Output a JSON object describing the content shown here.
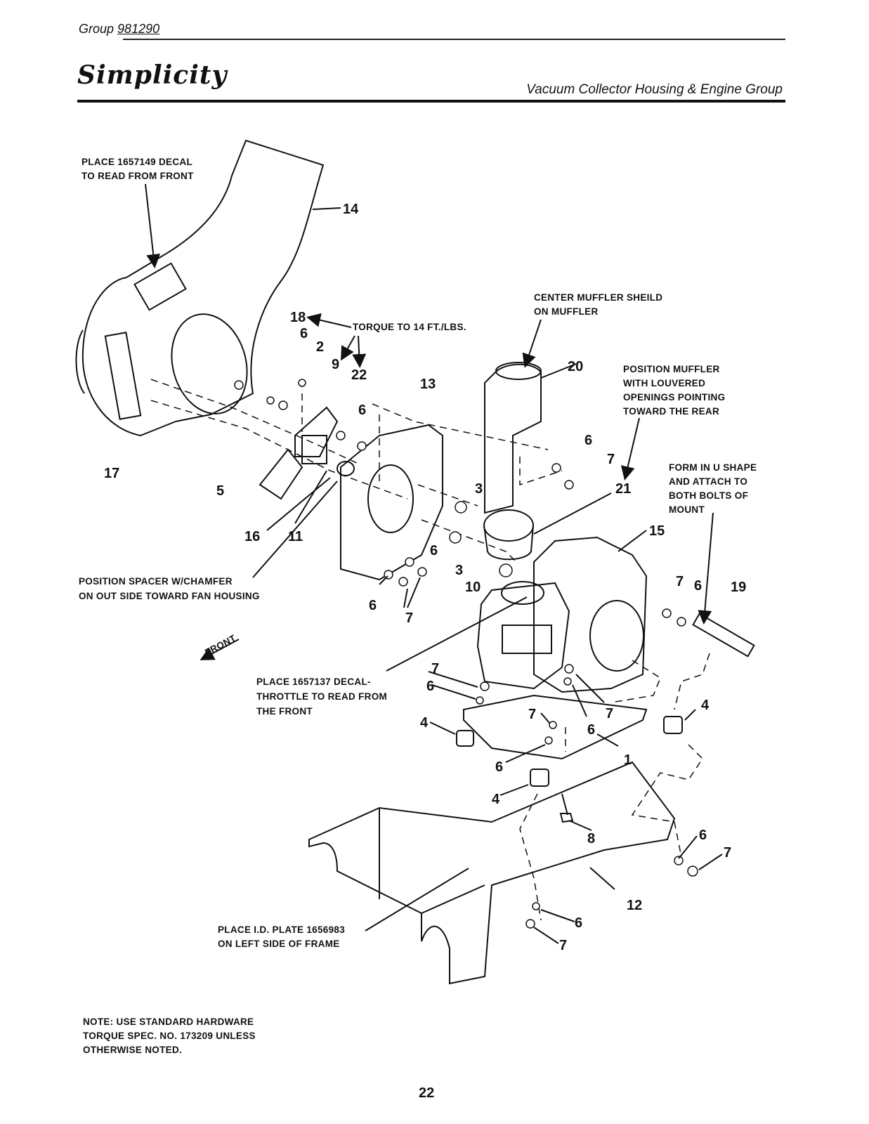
{
  "header": {
    "group_label": "Group",
    "group_number": "981290",
    "brand": "Simplicity",
    "subtitle": "Vacuum Collector Housing & Engine Group"
  },
  "callouts": {
    "decal_front_1": "PLACE 1657149 DECAL",
    "decal_front_2": "TO READ FROM FRONT",
    "torque": "TORQUE TO 14 FT./LBS.",
    "muffler_shield_1": "CENTER MUFFLER SHEILD",
    "muffler_shield_2": "ON MUFFLER",
    "position_muffler_1": "POSITION MUFFLER",
    "position_muffler_2": "WITH LOUVERED",
    "position_muffler_3": "OPENINGS POINTING",
    "position_muffler_4": "TOWARD THE REAR",
    "u_shape_1": "FORM IN U SHAPE",
    "u_shape_2": "AND ATTACH TO",
    "u_shape_3": "BOTH BOLTS OF",
    "u_shape_4": "MOUNT",
    "spacer_1": "POSITION SPACER W/CHAMFER",
    "spacer_2": "ON OUT SIDE TOWARD FAN HOUSING",
    "front": "FRONT",
    "throttle_1": "PLACE 1657137 DECAL-",
    "throttle_2": "THROTTLE TO READ FROM",
    "throttle_3": "THE FRONT",
    "id_plate_1": "PLACE I.D. PLATE 1656983",
    "id_plate_2": "ON LEFT SIDE OF FRAME"
  },
  "part_numbers": {
    "p1": "1",
    "p2": "2",
    "p3a": "3",
    "p3b": "3",
    "p4a": "4",
    "p4b": "4",
    "p4c": "4",
    "p5": "5",
    "p6a": "6",
    "p6b": "6",
    "p6c": "6",
    "p6d": "6",
    "p6e": "6",
    "p6f": "6",
    "p6g": "6",
    "p6h": "6",
    "p6i": "6",
    "p6j": "6",
    "p6k": "6",
    "p7a": "7",
    "p7b": "7",
    "p7c": "7",
    "p7d": "7",
    "p7e": "7",
    "p7f": "7",
    "p7g": "7",
    "p7h": "7",
    "p8": "8",
    "p9": "9",
    "p10": "10",
    "p11": "11",
    "p12": "12",
    "p13": "13",
    "p14": "14",
    "p15": "15",
    "p16": "16",
    "p17": "17",
    "p18": "18",
    "p19": "19",
    "p20": "20",
    "p21": "21",
    "p22": "22"
  },
  "footnote": {
    "line1": "NOTE: USE STANDARD HARDWARE",
    "line2": "TORQUE SPEC. NO. 173209 UNLESS",
    "line3": "OTHERWISE NOTED."
  },
  "page_number": "22"
}
